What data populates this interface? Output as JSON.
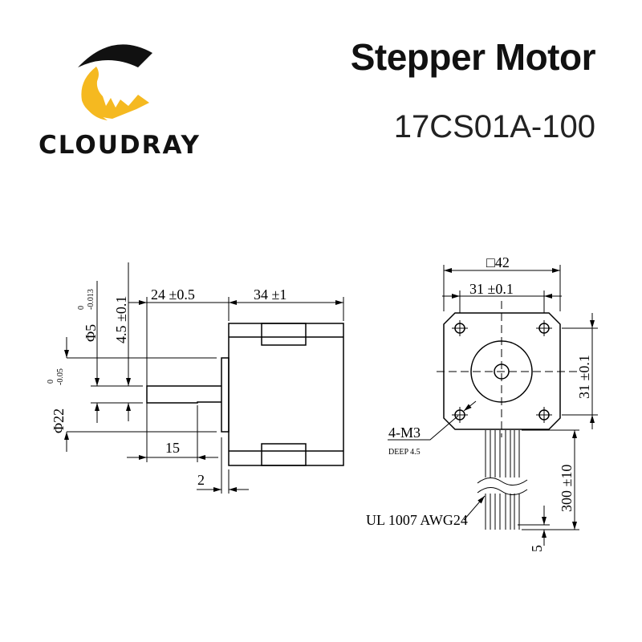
{
  "header": {
    "title": "Stepper Motor",
    "model": "17CS01A-100"
  },
  "logo": {
    "brand": "CLOUDRAY",
    "colors": {
      "yellow": "#F5B920",
      "black": "#111111"
    }
  },
  "side_view": {
    "shaft_length": "24 ±0.5",
    "body_length": "34 ±1",
    "shaft_diameter": "Φ5",
    "shaft_diameter_tol_upper": "0",
    "shaft_diameter_tol_lower": "-0.013",
    "flat_depth": "4.5 ±0.1",
    "boss_diameter": "Φ22",
    "boss_diameter_tol_upper": "0",
    "boss_diameter_tol_lower": "-0.05",
    "flat_length": "15",
    "boss_height": "2"
  },
  "front_view": {
    "frame_size": "□42",
    "hole_spacing_h": "31 ±0.1",
    "hole_spacing_v": "31 ±0.1",
    "holes": "4-M3",
    "hole_depth": "DEEP 4.5",
    "lead_length": "300 ±10",
    "strip_length": "5",
    "wire": "UL 1007 AWG24"
  }
}
